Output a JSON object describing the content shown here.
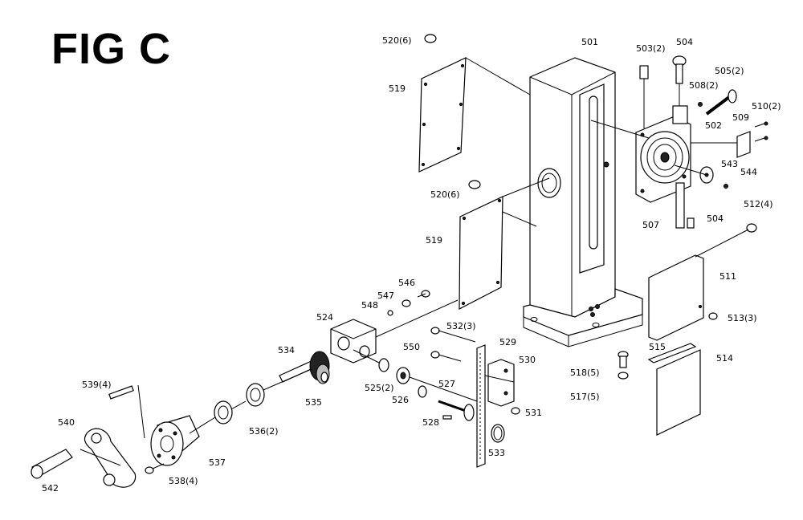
{
  "figure": {
    "title": "FIG C"
  },
  "parts": [
    {
      "id": "501",
      "label": "501"
    },
    {
      "id": "502",
      "label": "502"
    },
    {
      "id": "503",
      "label": "503(2)"
    },
    {
      "id": "504a",
      "label": "504"
    },
    {
      "id": "504b",
      "label": "504"
    },
    {
      "id": "505",
      "label": "505(2)"
    },
    {
      "id": "507",
      "label": "507"
    },
    {
      "id": "508",
      "label": "508(2)"
    },
    {
      "id": "509",
      "label": "509"
    },
    {
      "id": "510",
      "label": "510(2)"
    },
    {
      "id": "511",
      "label": "511"
    },
    {
      "id": "512",
      "label": "512(4)"
    },
    {
      "id": "513",
      "label": "513(3)"
    },
    {
      "id": "514",
      "label": "514"
    },
    {
      "id": "515",
      "label": "515"
    },
    {
      "id": "517",
      "label": "517(5)"
    },
    {
      "id": "518",
      "label": "518(5)"
    },
    {
      "id": "519a",
      "label": "519"
    },
    {
      "id": "519b",
      "label": "519"
    },
    {
      "id": "520a",
      "label": "520(6)"
    },
    {
      "id": "520b",
      "label": "520(6)"
    },
    {
      "id": "524",
      "label": "524"
    },
    {
      "id": "525",
      "label": "525(2)"
    },
    {
      "id": "526",
      "label": "526"
    },
    {
      "id": "527",
      "label": "527"
    },
    {
      "id": "528",
      "label": "528"
    },
    {
      "id": "529",
      "label": "529"
    },
    {
      "id": "530",
      "label": "530"
    },
    {
      "id": "531",
      "label": "531"
    },
    {
      "id": "532",
      "label": "532(3)"
    },
    {
      "id": "533",
      "label": "533"
    },
    {
      "id": "534",
      "label": "534"
    },
    {
      "id": "535",
      "label": "535"
    },
    {
      "id": "536",
      "label": "536(2)"
    },
    {
      "id": "537",
      "label": "537"
    },
    {
      "id": "538",
      "label": "538(4)"
    },
    {
      "id": "539",
      "label": "539(4)"
    },
    {
      "id": "540",
      "label": "540"
    },
    {
      "id": "542",
      "label": "542"
    },
    {
      "id": "543",
      "label": "543"
    },
    {
      "id": "544",
      "label": "544"
    },
    {
      "id": "546",
      "label": "546"
    },
    {
      "id": "547",
      "label": "547"
    },
    {
      "id": "548",
      "label": "548"
    },
    {
      "id": "550",
      "label": "550"
    }
  ]
}
